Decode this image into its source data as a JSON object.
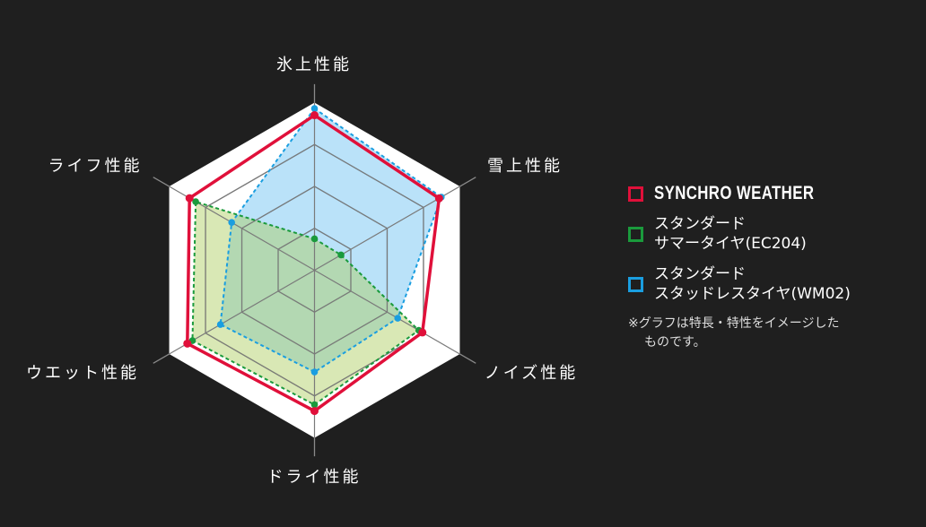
{
  "chart_data": {
    "type": "radar",
    "axes": [
      "氷上性能",
      "雪上性能",
      "ノイズ性能",
      "ドライ性能",
      "ウエット性能",
      "ライフ性能"
    ],
    "range": [
      0,
      4
    ],
    "grid_levels": [
      1,
      2,
      3,
      4
    ],
    "series": [
      {
        "name": "SYNCHRO WEATHER",
        "color": "#e0103a",
        "values": [
          3.7,
          3.43,
          2.97,
          3.36,
          3.5,
          3.44
        ]
      },
      {
        "name": "スタンダードサマータイヤ(EC204)",
        "color": "#1a9a3c",
        "values": [
          0.75,
          0.73,
          2.87,
          3.21,
          3.36,
          3.27
        ]
      },
      {
        "name": "スタンダードスタッドレスタイヤ(WM02)",
        "color": "#1a9ee0",
        "values": [
          3.86,
          3.49,
          2.29,
          2.43,
          2.59,
          2.28
        ]
      }
    ],
    "legend_position": "right"
  },
  "legend": {
    "items": [
      {
        "line1": "SYNCHRO WEATHER",
        "color": "#e0103a"
      },
      {
        "line1": "スタンダード",
        "line2": "サマータイヤ(EC204)",
        "color": "#1a9a3c"
      },
      {
        "line1": "スタンダード",
        "line2": "スタッドレスタイヤ(WM02)",
        "color": "#1a9ee0"
      }
    ],
    "note_line1": "※グラフは特長・特性をイメージした",
    "note_line2": "ものです。"
  }
}
